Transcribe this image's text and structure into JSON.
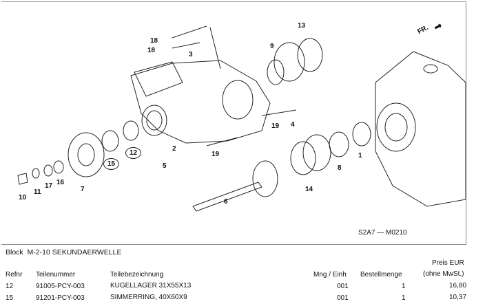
{
  "diagram": {
    "code": "S2A7 — M0210",
    "direction_label": "FR.",
    "callouts": [
      "18",
      "18",
      "3",
      "13",
      "9",
      "4",
      "19",
      "2",
      "5",
      "19",
      "12",
      "15",
      "7",
      "16",
      "17",
      "11",
      "10",
      "6",
      "14",
      "8",
      "1"
    ]
  },
  "block": {
    "label": "Block",
    "title": "M-2-10 SEKUNDAERWELLE"
  },
  "table": {
    "headers": {
      "refnr": "Refnr",
      "teilenummer": "Teilenummer",
      "bezeichnung": "Teilebezeichnung",
      "mng": "Mng / Einh",
      "bestell": "Bestellmenge",
      "preis1": "Preis EUR",
      "preis2": "(ohne MwSt.)"
    },
    "rows": [
      {
        "refnr": "12",
        "teilenummer": "91005-PCY-003",
        "bezeichnung": "KUGELLAGER 31X55X13",
        "mng": "001",
        "bestell": "1",
        "preis": "16,80"
      },
      {
        "refnr": "15",
        "teilenummer": "91201-PCY-003",
        "bezeichnung": "SIMMERRING, 40X60X9",
        "mng": "001",
        "bestell": "1",
        "preis": "10,37"
      }
    ]
  }
}
